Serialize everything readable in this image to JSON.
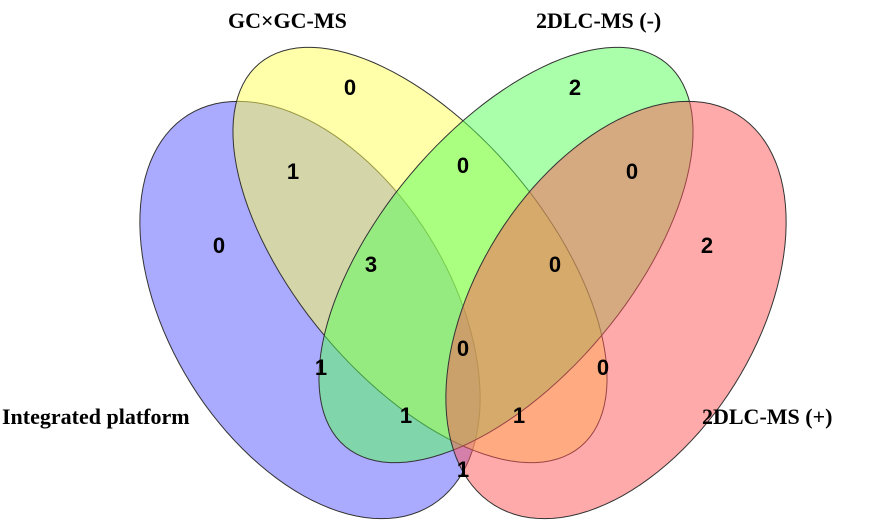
{
  "sets": [
    {
      "name": "Integrated platform",
      "color": "#5555ff"
    },
    {
      "name": "GC×GC-MS",
      "color": "#ffff55"
    },
    {
      "name": "2DLC-MS (-)",
      "color": "#55ff55"
    },
    {
      "name": "2DLC-MS (+)",
      "color": "#ff5555"
    }
  ],
  "regions": {
    "integrated_only": "0",
    "gc_only": "0",
    "lcneg_only": "2",
    "lcpos_only": "2",
    "integrated_gc": "1",
    "gc_lcneg": "0",
    "lcneg_lcpos": "0",
    "integrated_gc_lcneg": "3",
    "gc_lcneg_lcpos": "0",
    "all_four": "0",
    "integrated_lcneg": "1",
    "gc_lcpos": "0",
    "integrated_lcneg_lcpos": "1",
    "integrated_gc_lcpos": "1",
    "integrated_lcpos": "1"
  }
}
